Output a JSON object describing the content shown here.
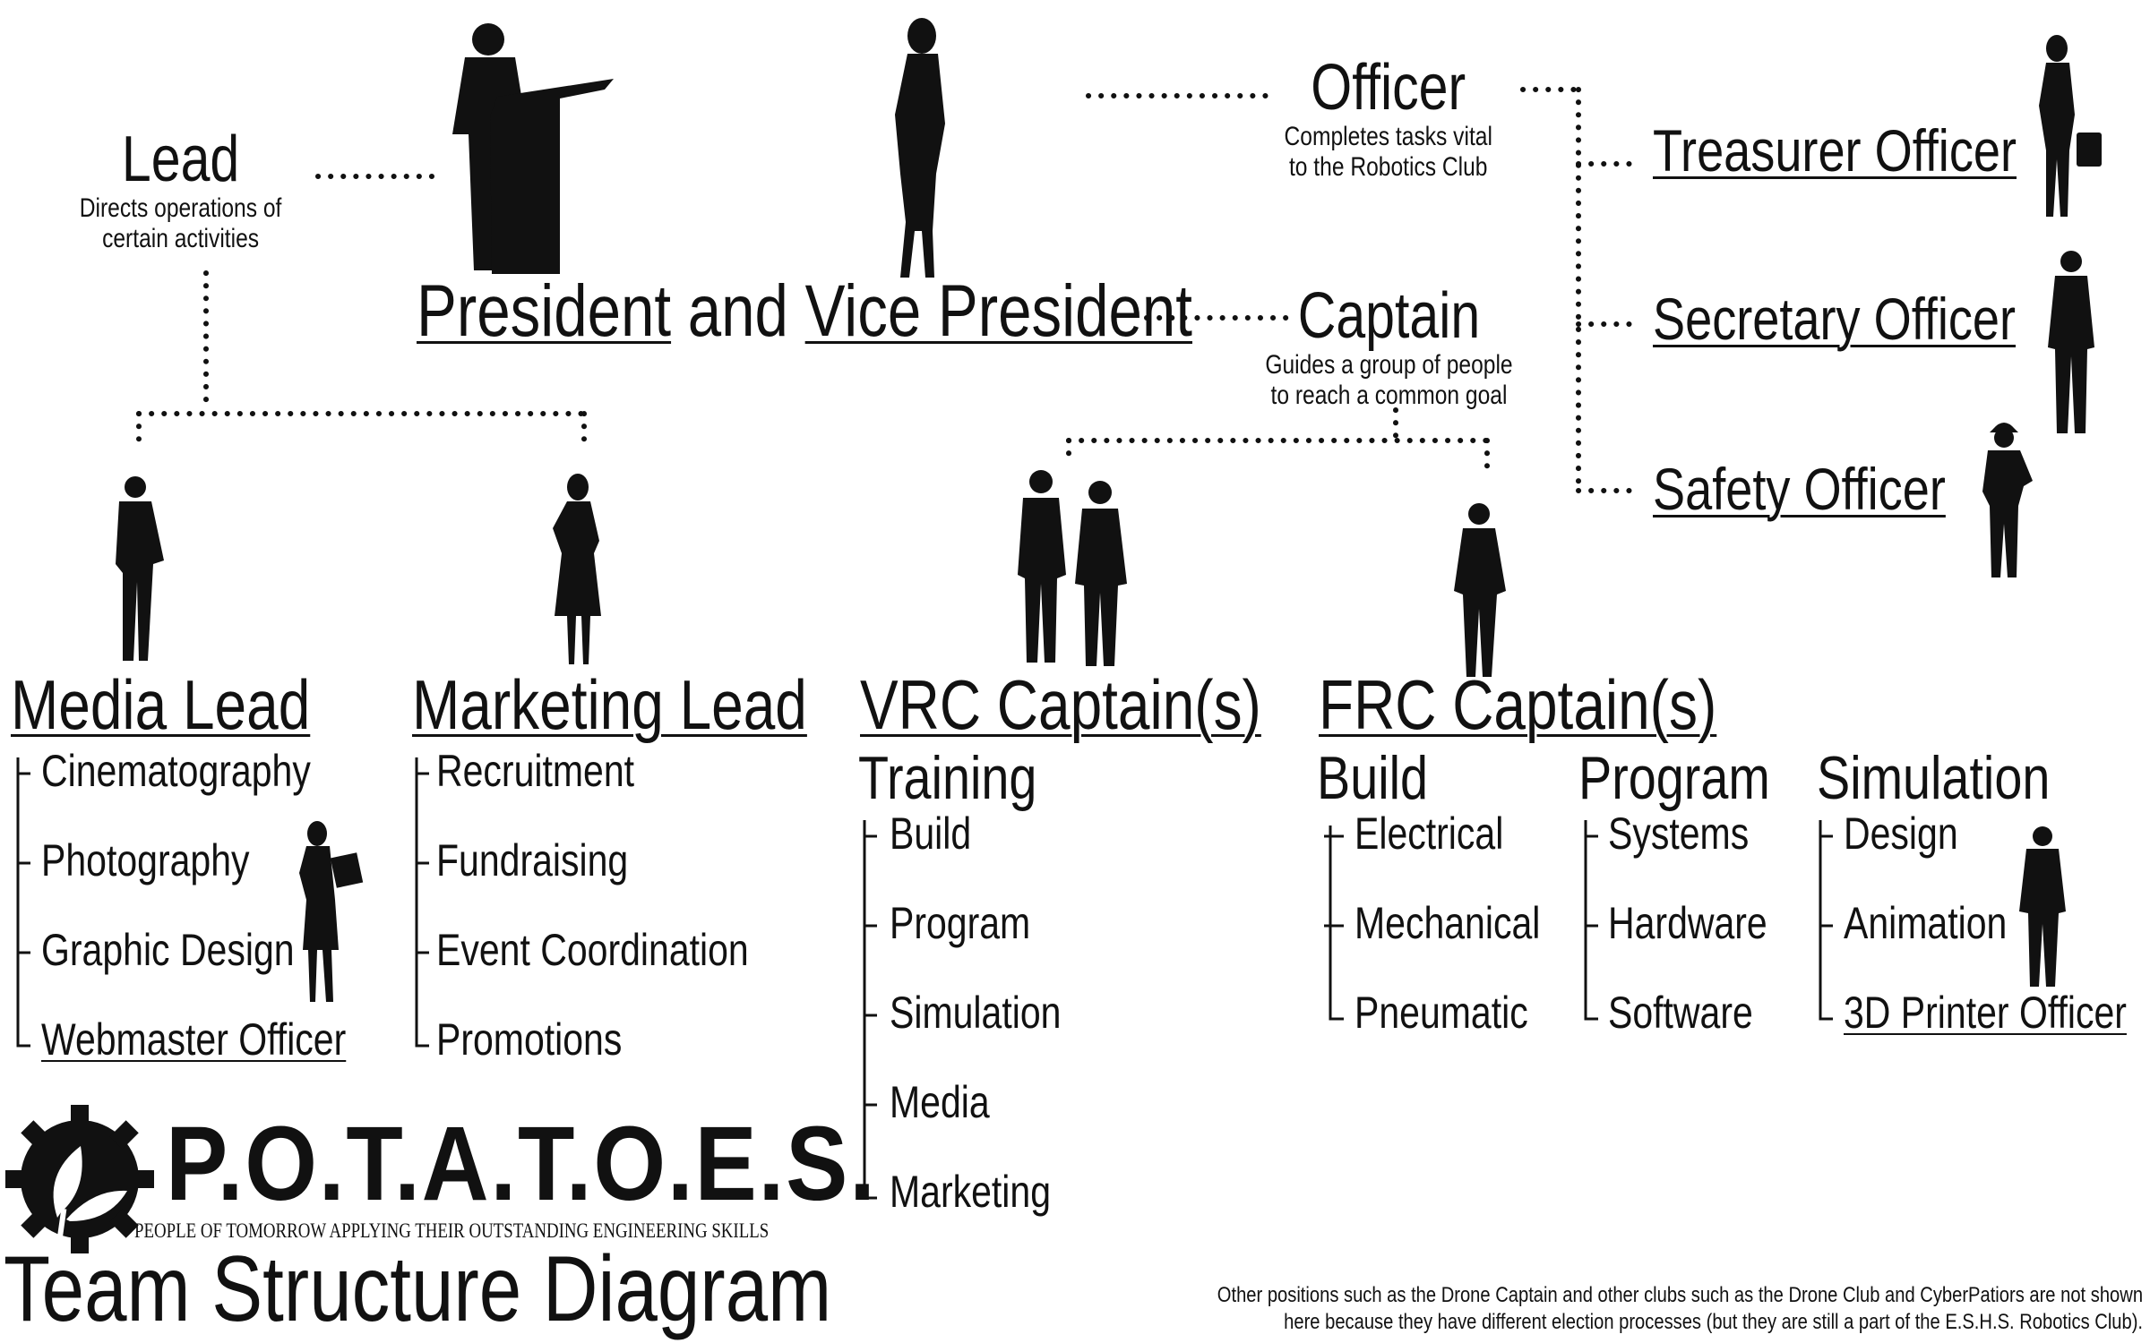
{
  "top": {
    "lead_title": "Lead",
    "lead_desc_1": "Directs operations of",
    "lead_desc_2": "certain activities",
    "president": "President",
    "and": "and",
    "vice_president": "Vice President",
    "officer_title": "Officer",
    "officer_desc_1": "Completes  tasks vital",
    "officer_desc_2": "to the Robotics Club",
    "captain_title": "Captain",
    "captain_desc_1": "Guides a group of people",
    "captain_desc_2": "to reach a common goal"
  },
  "officers": [
    "Treasurer Officer",
    "Secretary Officer",
    "Safety Officer"
  ],
  "media": {
    "title": "Media Lead",
    "items": [
      "Cinematography",
      "Photography",
      "Graphic Design",
      "Webmaster Officer"
    ]
  },
  "marketing": {
    "title": "Marketing Lead",
    "items": [
      "Recruitment",
      "Fundraising",
      "Event Coordination",
      "Promotions"
    ]
  },
  "vrc": {
    "title": "VRC Captain(s)",
    "sub": "Training",
    "items": [
      "Build",
      "Program",
      "Simulation",
      "Media",
      "Marketing"
    ]
  },
  "frc": {
    "title": "FRC Captain(s)",
    "build": {
      "title": "Build",
      "items": [
        "Electrical",
        "Mechanical",
        "Pneumatic"
      ]
    },
    "program": {
      "title": "Program",
      "items": [
        "Systems",
        "Hardware",
        "Software"
      ]
    },
    "simulation": {
      "title": "Simulation",
      "items": [
        "Design",
        "Animation",
        "3D Printer Officer"
      ]
    }
  },
  "branding": {
    "logo_text": "P.O.T.A.T.O.E.S.",
    "tagline": "PEOPLE OF TOMORROW APPLYING THEIR OUTSTANDING ENGINEERING SKILLS",
    "diagram_title": "Team Structure Diagram"
  },
  "footnote": {
    "line1": "Other positions such as the Drone Captain and other clubs such as the Drone Club and CyberPatiors are not shown",
    "line2": "here because they have different election processes (but they are still a part of the E.S.H.S. Robotics Club)."
  },
  "icons": {
    "gear": "gear-leaf-logo-icon",
    "person": "person-silhouette-icon",
    "podium": "podium-icon"
  }
}
